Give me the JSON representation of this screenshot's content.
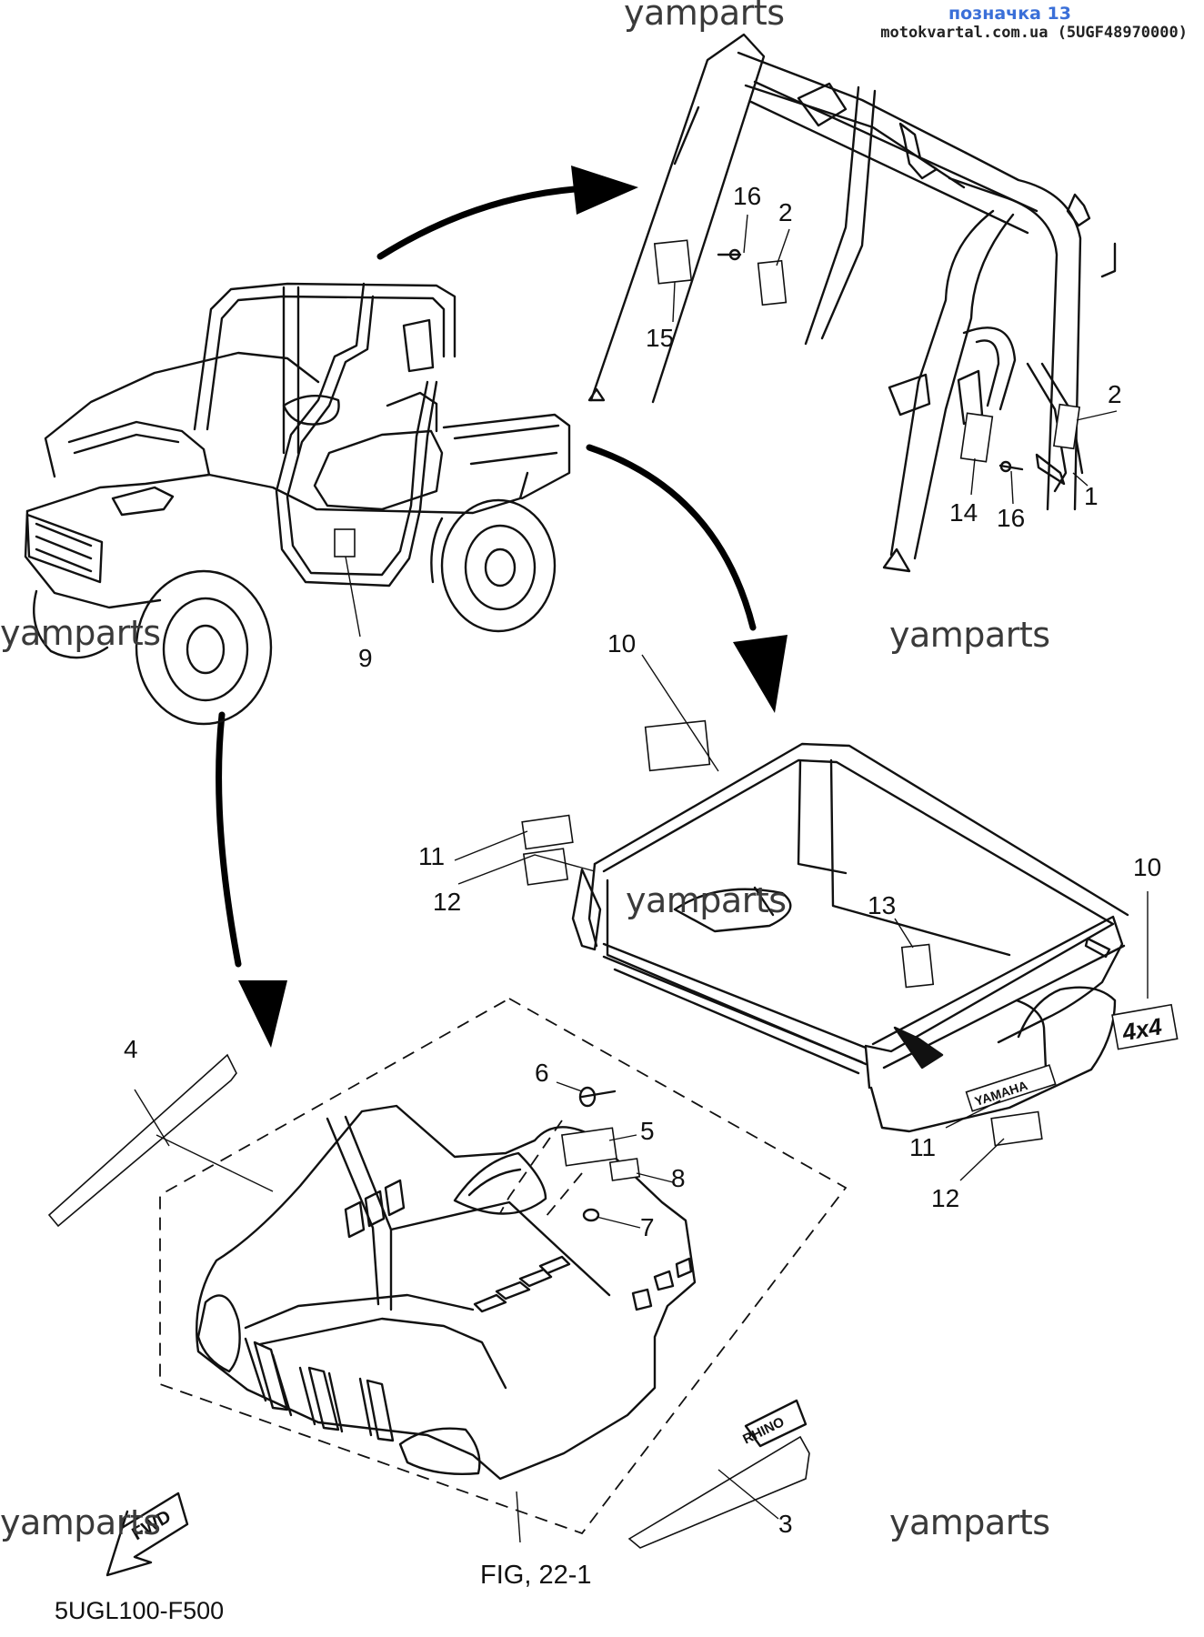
{
  "header": {
    "label": "позначка 13",
    "source": "motokvartal.com.ua (5UGF48970000)"
  },
  "watermarks": [
    "yamparts",
    "yamparts",
    "yamparts",
    "yamparts",
    "yamparts",
    "yamparts"
  ],
  "callouts": [
    "16",
    "2",
    "15",
    "2",
    "14",
    "16",
    "1",
    "9",
    "10",
    "11",
    "12",
    "10",
    "13",
    "11",
    "12",
    "4",
    "6",
    "5",
    "8",
    "7",
    "3"
  ],
  "decals": {
    "fwd": "FWD",
    "badge_4x4": "4x4",
    "brand": "YAMAHA",
    "model": "RHINO"
  },
  "figure": {
    "fig_label": "FIG, 22-1",
    "code": "5UGL100-F500"
  }
}
